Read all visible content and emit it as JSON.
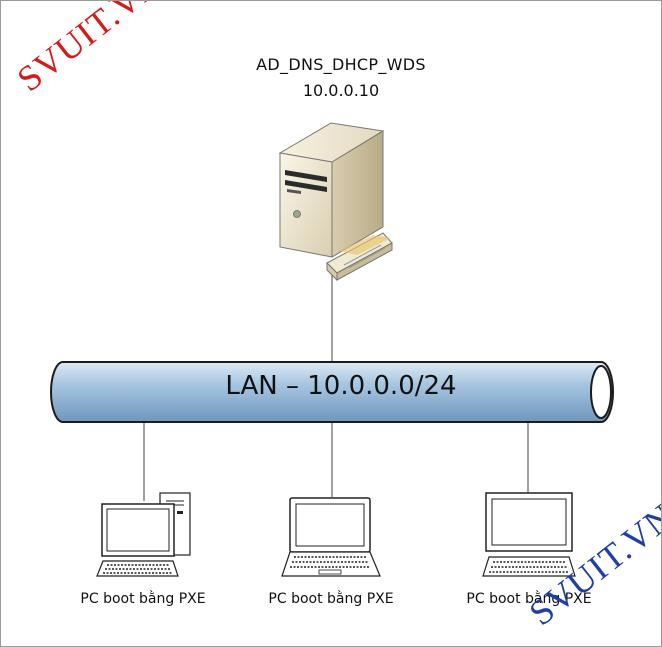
{
  "server": {
    "name": "AD_DNS_DHCP_WDS",
    "ip": "10.0.0.10",
    "icon": "server-tower-icon"
  },
  "network": {
    "label": "LAN – 10.0.0.0/24",
    "color": "#a7c6e0"
  },
  "clients": [
    {
      "label": "PC boot bằng PXE",
      "icon": "desktop-pc-icon"
    },
    {
      "label": "PC boot bằng PXE",
      "icon": "laptop-icon"
    },
    {
      "label": "PC boot bằng PXE",
      "icon": "monitor-pc-icon"
    }
  ],
  "watermarks": [
    {
      "text": "SVUIT.VN",
      "color": "#d61a1a"
    },
    {
      "text": "SVUIT.VN",
      "color": "#1f3fa6"
    }
  ]
}
